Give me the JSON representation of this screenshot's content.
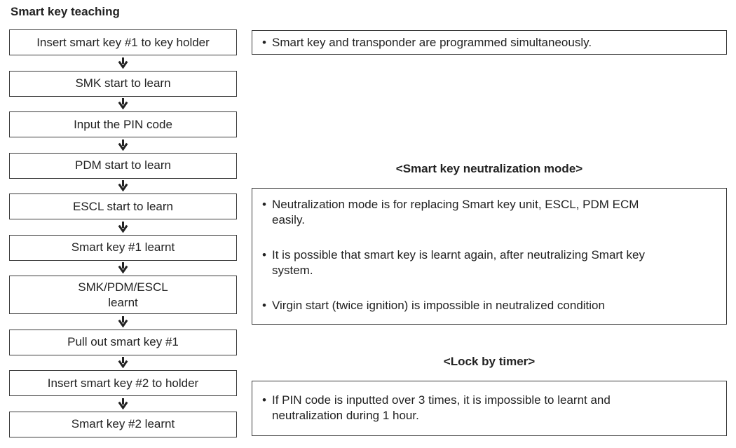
{
  "page": {
    "title": "Smart key teaching",
    "background_color": "#ffffff",
    "border_color": "#3a3a3a",
    "text_color": "#222222",
    "bullet_char": "•"
  },
  "flowchart": {
    "steps": [
      {
        "label": "Insert smart key #1 to key holder"
      },
      {
        "label": "SMK start to learn"
      },
      {
        "label": "Input the PIN code"
      },
      {
        "label": "PDM start to learn"
      },
      {
        "label": "ESCL start to learn"
      },
      {
        "label": "Smart key #1 learnt"
      },
      {
        "label": [
          "SMK/PDM/ESCL",
          "learnt"
        ]
      },
      {
        "label": "Pull out smart key #1"
      },
      {
        "label": "Insert smart key #2 to holder"
      },
      {
        "label": "Smart key #2 learnt"
      }
    ],
    "connector": "down-arrow"
  },
  "notes": {
    "top_note": {
      "bullets": [
        [
          "Smart key and transponder are programmed simultaneously."
        ]
      ]
    },
    "neutralization": {
      "heading": "<Smart key neutralization mode>",
      "bullets": [
        [
          "Neutralization mode is for replacing Smart key unit, ESCL, PDM ECM",
          "easily."
        ],
        [
          "It is possible that smart key is learnt again, after neutralizing Smart key",
          "system."
        ],
        [
          "Virgin start (twice ignition) is impossible in neutralized condition"
        ]
      ]
    },
    "lock_by_timer": {
      "heading": "<Lock by timer>",
      "bullets": [
        [
          "If PIN code is inputted over 3 times, it is impossible to learnt and",
          "neutralization during 1 hour."
        ]
      ]
    }
  }
}
